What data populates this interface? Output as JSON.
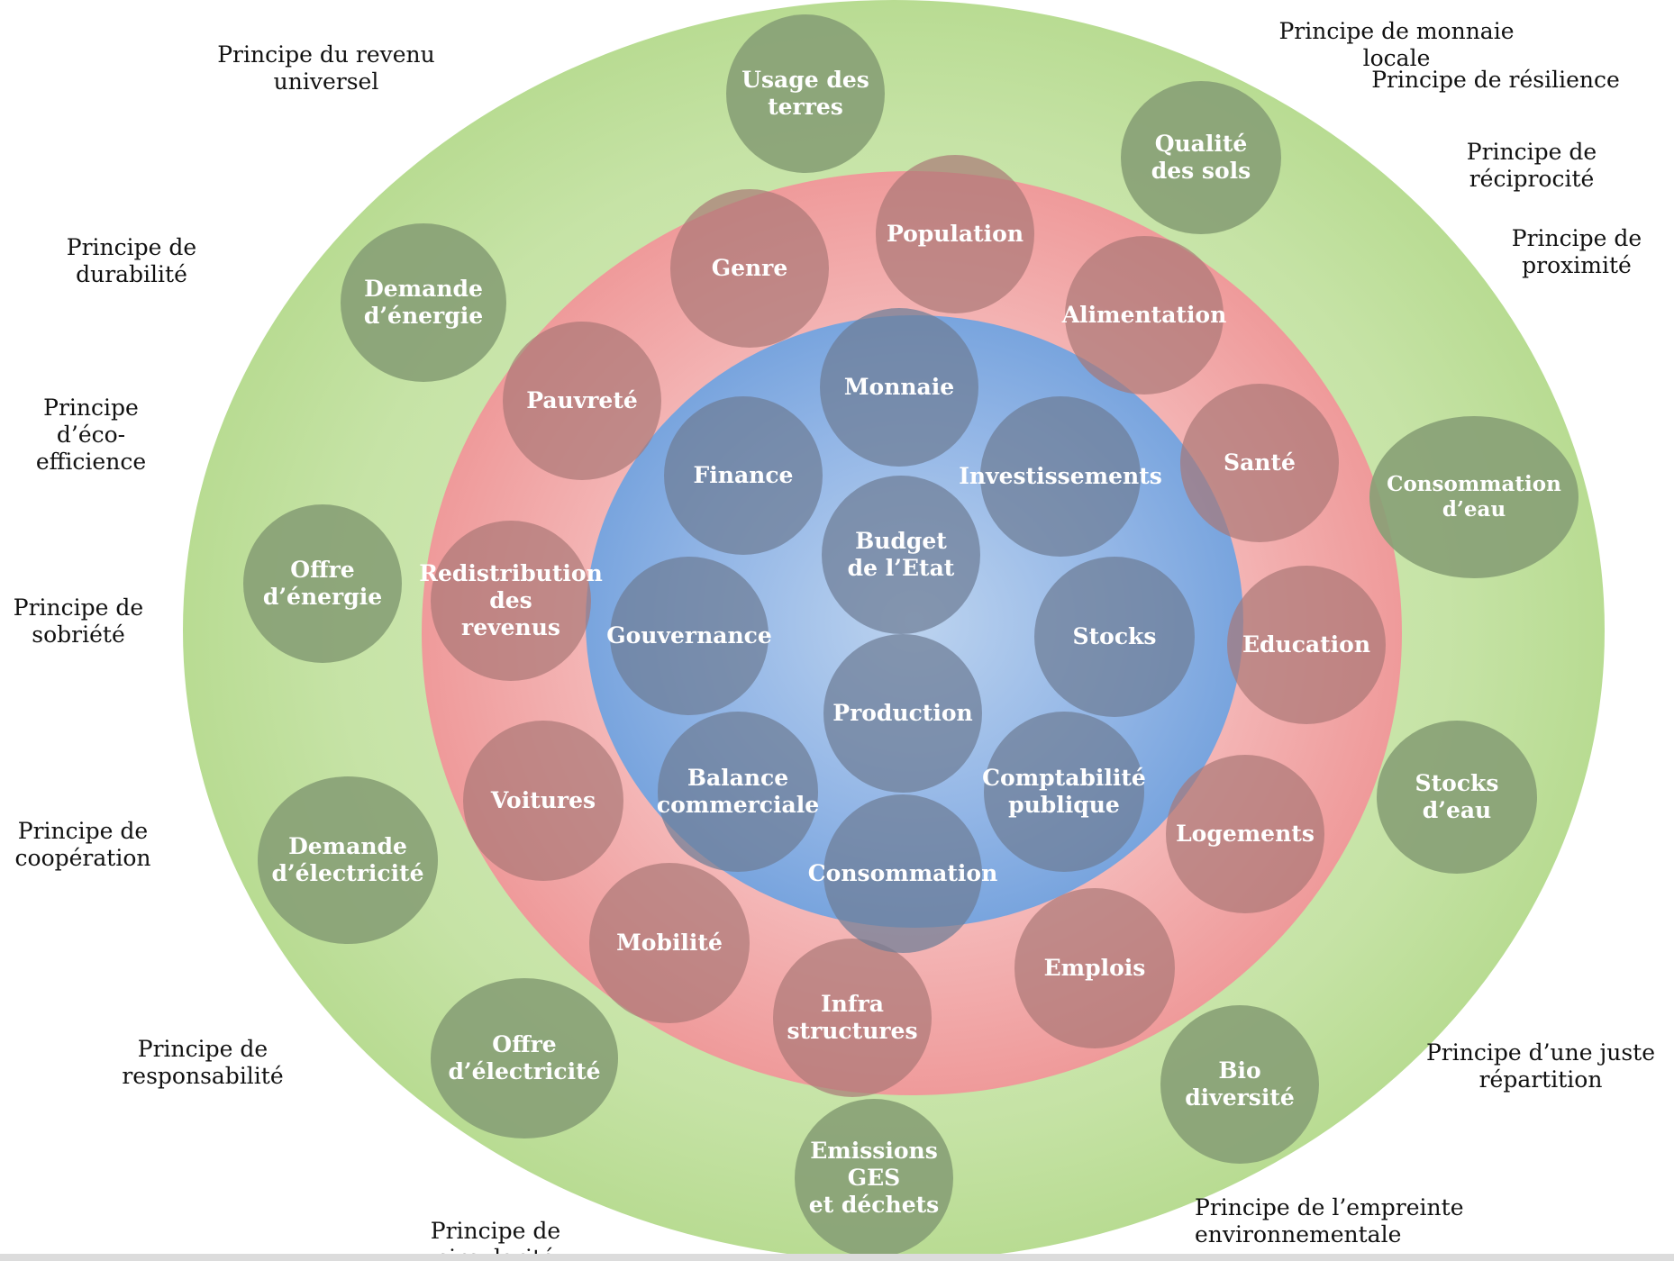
{
  "principles": {
    "revenu_universel": "Principe du revenu\nuniversel",
    "monnaie_locale": "Principe de monnaie locale",
    "resilience": "Principe de résilience",
    "reciprocite": "Principe de\nréciprocité",
    "proximite": "Principe de\nproximité",
    "durabilite": "Principe de\ndurabilité",
    "eco_efficience": "Principe\nd’éco-efficience",
    "sobriete": "Principe de\nsobriété",
    "cooperation": "Principe de\ncoopération",
    "responsabilite": "Principe de responsabilité",
    "circularite": "Principe de circularité",
    "juste_repartition": "Principe d’une juste\nrépartition",
    "empreinte": "Principe de l’empreinte\nenvironnementale"
  },
  "outer": {
    "usage_terres": "Usage des\nterres",
    "qualite_sols": "Qualité\ndes sols",
    "demande_energie": "Demande\nd’énergie",
    "consommation_eau": "Consommation\nd’eau",
    "offre_energie": "Offre\nd’énergie",
    "stocks_eau": "Stocks\nd’eau",
    "demande_electricite": "Demande\nd’électricité",
    "offre_electricite": "Offre\nd’électricité",
    "biodiversite": "Bio\ndiversité",
    "emissions": "Emissions\nGES\net déchets"
  },
  "middle": {
    "genre": "Genre",
    "population": "Population",
    "alimentation": "Alimentation",
    "pauvrete": "Pauvreté",
    "sante": "Santé",
    "redistribution": "Redistribution\ndes\nrevenus",
    "education": "Education",
    "voitures": "Voitures",
    "logements": "Logements",
    "mobilite": "Mobilité",
    "emplois": "Emplois",
    "infrastructures": "Infra\nstructures"
  },
  "inner": {
    "monnaie": "Monnaie",
    "finance": "Finance",
    "investissements": "Investissements",
    "budget": "Budget\nde l’Etat",
    "gouvernance": "Gouvernance",
    "stocks": "Stocks",
    "production": "Production",
    "balance": "Balance\ncommerciale",
    "comptabilite": "Comptabilité\npublique",
    "consommation": "Consommation"
  }
}
